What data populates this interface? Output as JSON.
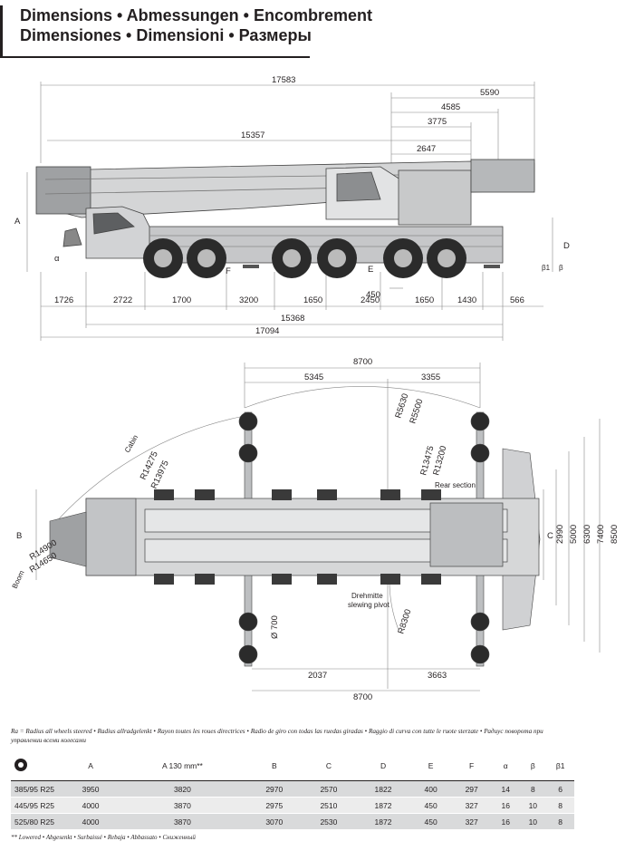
{
  "title": {
    "line1": "Dimensions • Abmessungen • Encombrement",
    "line2": "Dimensiones • Dimensioni • Размеры"
  },
  "side_view": {
    "top_dims": [
      "17583",
      "5590",
      "4585",
      "3775",
      "15357",
      "2647"
    ],
    "side_letters": [
      "A",
      "D",
      "α",
      "β",
      "β1",
      "F",
      "E"
    ],
    "bottom_dims": [
      "1726",
      "2722",
      "1700",
      "3200",
      "1650",
      "2450",
      "1650",
      "1430",
      "566"
    ],
    "dim_450": "450",
    "dim_15368": "15368",
    "dim_17094": "17094"
  },
  "top_view": {
    "top_dims": [
      "8700",
      "5345",
      "3355"
    ],
    "radii": [
      "R5630",
      "R5500",
      "R13475",
      "R13200",
      "R14275",
      "R13975",
      "R14900",
      "R14650",
      "R8300"
    ],
    "labels": {
      "cabin": "Cabin",
      "rear_section": "Rear section",
      "boom": "Boom",
      "pivot_line1": "Drehmitte",
      "pivot_line2": "slewing pivot",
      "b": "B",
      "c": "C",
      "pad": "Ø 700"
    },
    "right_dims": [
      "2990",
      "5000",
      "6300",
      "7400",
      "8500"
    ],
    "bottom_dims": [
      "2037",
      "3663",
      "8700"
    ]
  },
  "legend": "Ra = Radius all wheels steered • Radius allradgelenkt • Rayon toutes les roues directrices • Radio de giro con todas las ruedas giradas • Raggio di curva con tutte le ruote sterzate • Радиус поворота при управлении всеми колесами",
  "footnote": "** Lowered • Abgesenkt • Surbaissé • Rebaja • Abbassato • Сниженный",
  "table": {
    "headers": [
      "A",
      "A 130 mm**",
      "B",
      "C",
      "D",
      "E",
      "F",
      "α",
      "β",
      "β1"
    ],
    "rows": [
      [
        "385/95 R25",
        "3950",
        "3820",
        "2970",
        "2570",
        "1822",
        "400",
        "297",
        "14",
        "8",
        "6"
      ],
      [
        "445/95 R25",
        "4000",
        "3870",
        "2975",
        "2510",
        "1872",
        "450",
        "327",
        "16",
        "10",
        "8"
      ],
      [
        "525/80 R25",
        "4000",
        "3870",
        "3070",
        "2530",
        "1872",
        "450",
        "327",
        "16",
        "10",
        "8"
      ]
    ]
  }
}
